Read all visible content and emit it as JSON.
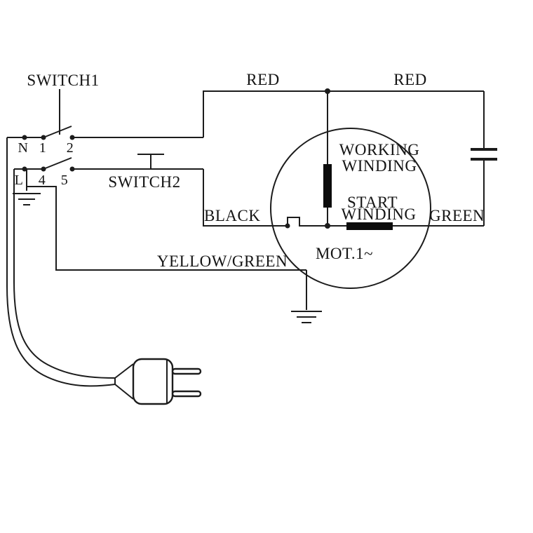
{
  "colors": {
    "line": "#1c1c1c",
    "background": "#ffffff",
    "winding_fill": "#0c0c0c"
  },
  "switches": {
    "switch1": "SWITCH1",
    "switch2": "SWITCH2"
  },
  "terminals": {
    "n": "N",
    "t1": "1",
    "t2": "2",
    "l": "L",
    "t4": "4",
    "t5": "5"
  },
  "wires": {
    "red_left": "RED",
    "red_right": "RED",
    "black": "BLACK",
    "green": "GREEN",
    "yellow_green": "YELLOW/GREEN"
  },
  "motor": {
    "label": "MOT.1~",
    "working_winding_line1": "WORKING",
    "working_winding_line2": "WINDING",
    "start_winding_line1": "START",
    "start_winding_line2": "WINDING"
  }
}
